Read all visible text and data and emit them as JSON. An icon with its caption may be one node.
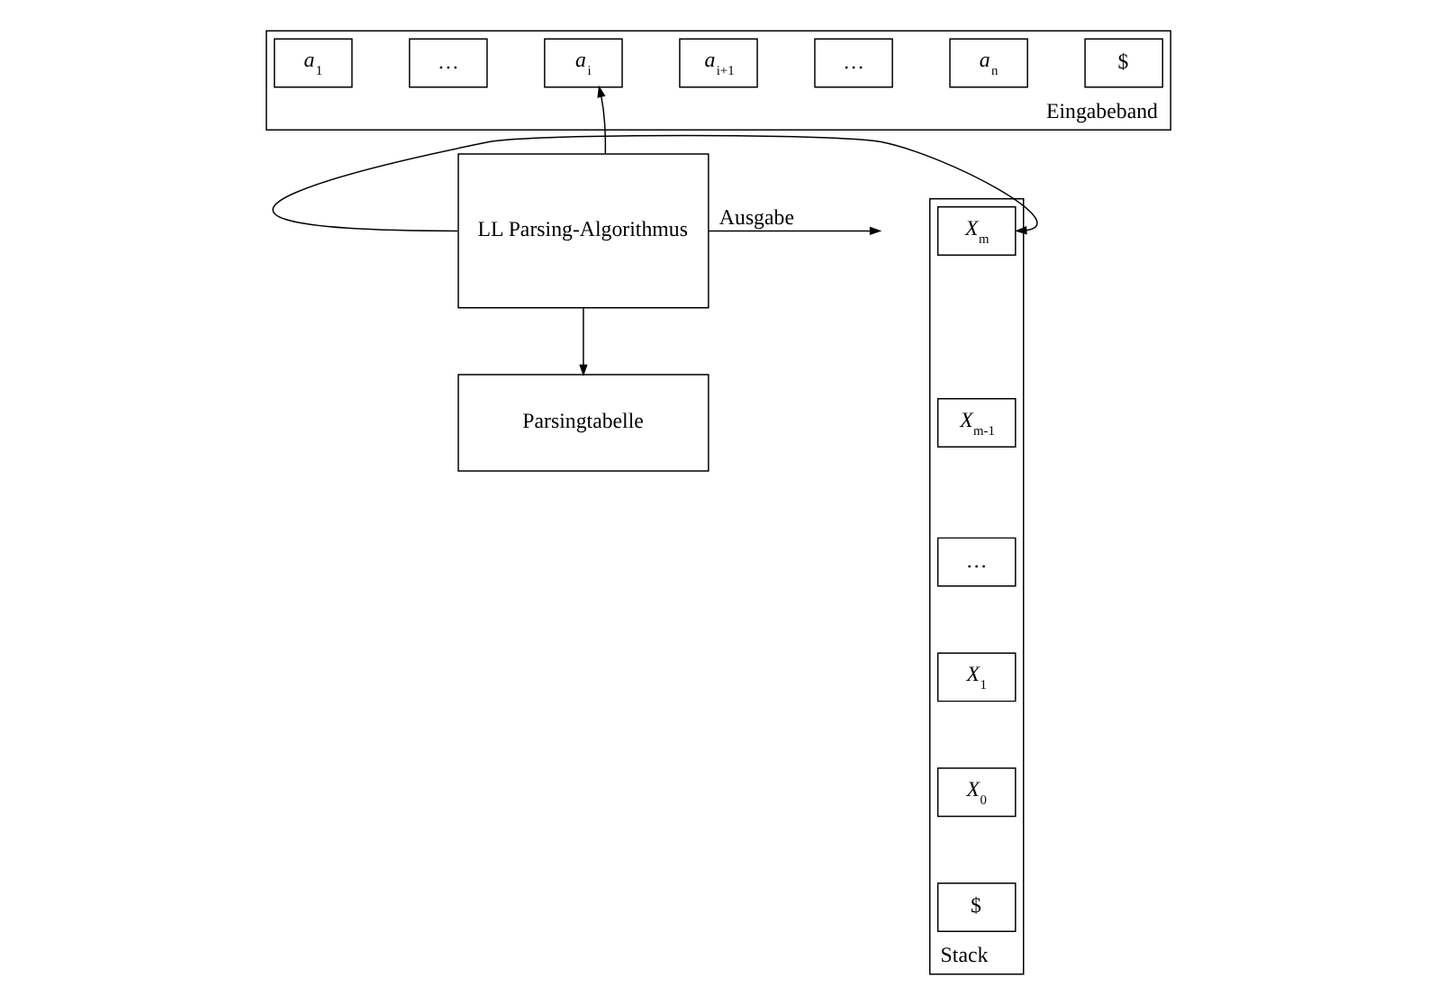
{
  "diagram": {
    "nodes": [
      {
        "text": [
          "Eingabeband"
        ]
      },
      {
        "text": [
          "*a*$_{1}$"
        ],
        "in": 0
      },
      {
        "text": [
          "…"
        ],
        "in": 0
      },
      {
        "text": [
          "*a*$_{i}$"
        ],
        "in": 0
      },
      {
        "text": [
          "*a*$_{i+1}$"
        ],
        "in": 0
      },
      {
        "text": [
          "…"
        ],
        "in": 0
      },
      {
        "text": [
          "*a*$_{n}$"
        ],
        "in": 0
      },
      {
        "text": [
          "$"
        ],
        "in": 0
      },
      {
        "text": [
          "Stack"
        ]
      },
      {
        "text": [
          "*X*$_{m}$"
        ],
        "in": 8
      },
      {
        "text": [
          "*X*$_{m-1}$"
        ],
        "in": 8
      },
      {
        "text": [
          "…"
        ],
        "in": 8
      },
      {
        "text": [
          "*X*$_{1}$"
        ],
        "in": 8
      },
      {
        "text": [
          "*X*$_{0}$"
        ],
        "in": 8
      },
      {
        "text": [
          "$"
        ],
        "in": 8
      },
      {
        "text": [
          "LL Parsing-Algorithmus"
        ]
      },
      {
        "text": [
          "Parsingtabelle"
        ]
      }
    ],
    "edges": [
      {
        "from": 15,
        "to": 3,
        "arrow": "to"
      },
      {
        "from": 15,
        "to": 9,
        "arrow": "to"
      },
      {
        "from": 15,
        "to": null,
        "arrow": "to",
        "label": "Ausgabe"
      },
      {
        "from": 15,
        "to": 16,
        "arrow": "to"
      }
    ]
  }
}
